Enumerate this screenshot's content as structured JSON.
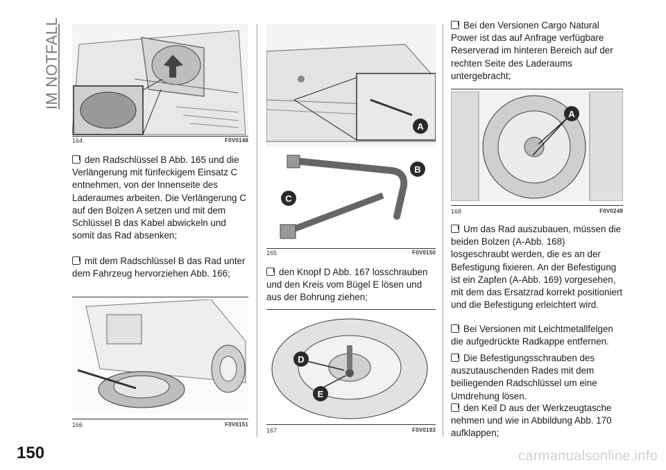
{
  "section": {
    "title": "IM NOTFALL"
  },
  "page": {
    "number": "150"
  },
  "figures": {
    "f164": {
      "number": "164",
      "code": "F0V0148"
    },
    "f165": {
      "number": "165",
      "code": "F0V0150",
      "labels": [
        "B",
        "C"
      ]
    },
    "f166": {
      "number": "166",
      "code": "F0V0151"
    },
    "f167": {
      "number": "167",
      "code": "F0V0193",
      "labels": [
        "D",
        "E"
      ]
    },
    "f168": {
      "number": "168",
      "code": "F0V0248",
      "labels": [
        "A"
      ]
    },
    "f165a": {
      "labels": [
        "A"
      ]
    }
  },
  "col1": {
    "p1": "den Radschlüssel B Abb. 165 und die Verlängerung mit fünfeckigem Einsatz C entnehmen, von der Innenseite des Laderaumes arbeiten. Die Verlängerung C auf den Bolzen A setzen und mit dem Schlüssel B das Kabel abwickeln und somit das Rad absenken;",
    "p2": "mit dem Radschlüssel B das Rad unter dem Fahrzeug hervorziehen Abb. 166;"
  },
  "col2": {
    "p1": "den Knopf D Abb. 167 losschrauben und den Kreis vom Bügel E lösen und aus der Bohrung ziehen;"
  },
  "col3": {
    "p1": "Bei den Versionen Cargo Natural Power ist das auf Anfrage verfügbare Reserverad im hinteren Bereich auf der rechten Seite des Laderaums untergebracht;",
    "p2": "Um das Rad auszubauen, müssen die beiden Bolzen (A-Abb. 168) losgeschraubt werden, die es an der Befestigung fixieren. An der Befestigung ist ein Zapfen (A-Abb. 169) vorgesehen, mit dem das Ersatzrad korrekt positioniert und die Befestigung erleichtert wird.",
    "p3": "Bei Versionen mit Leichtmetallfelgen die aufgedrückte Radkappe entfernen.",
    "p4": "Die Befestigungsschrauben des auszutauschenden Rades mit dem beiliegenden Radschlüssel um eine Umdrehung lösen.",
    "p5": "den Keil D aus der Werkzeugtasche nehmen und wie in Abbildung Abb. 170 aufklappen;"
  },
  "watermark": {
    "text": "carmanualsonline.info"
  },
  "colors": {
    "label_bubble": "#2a2a2a",
    "rule": "#8a8a8a",
    "ink": "#1a1a1a"
  }
}
